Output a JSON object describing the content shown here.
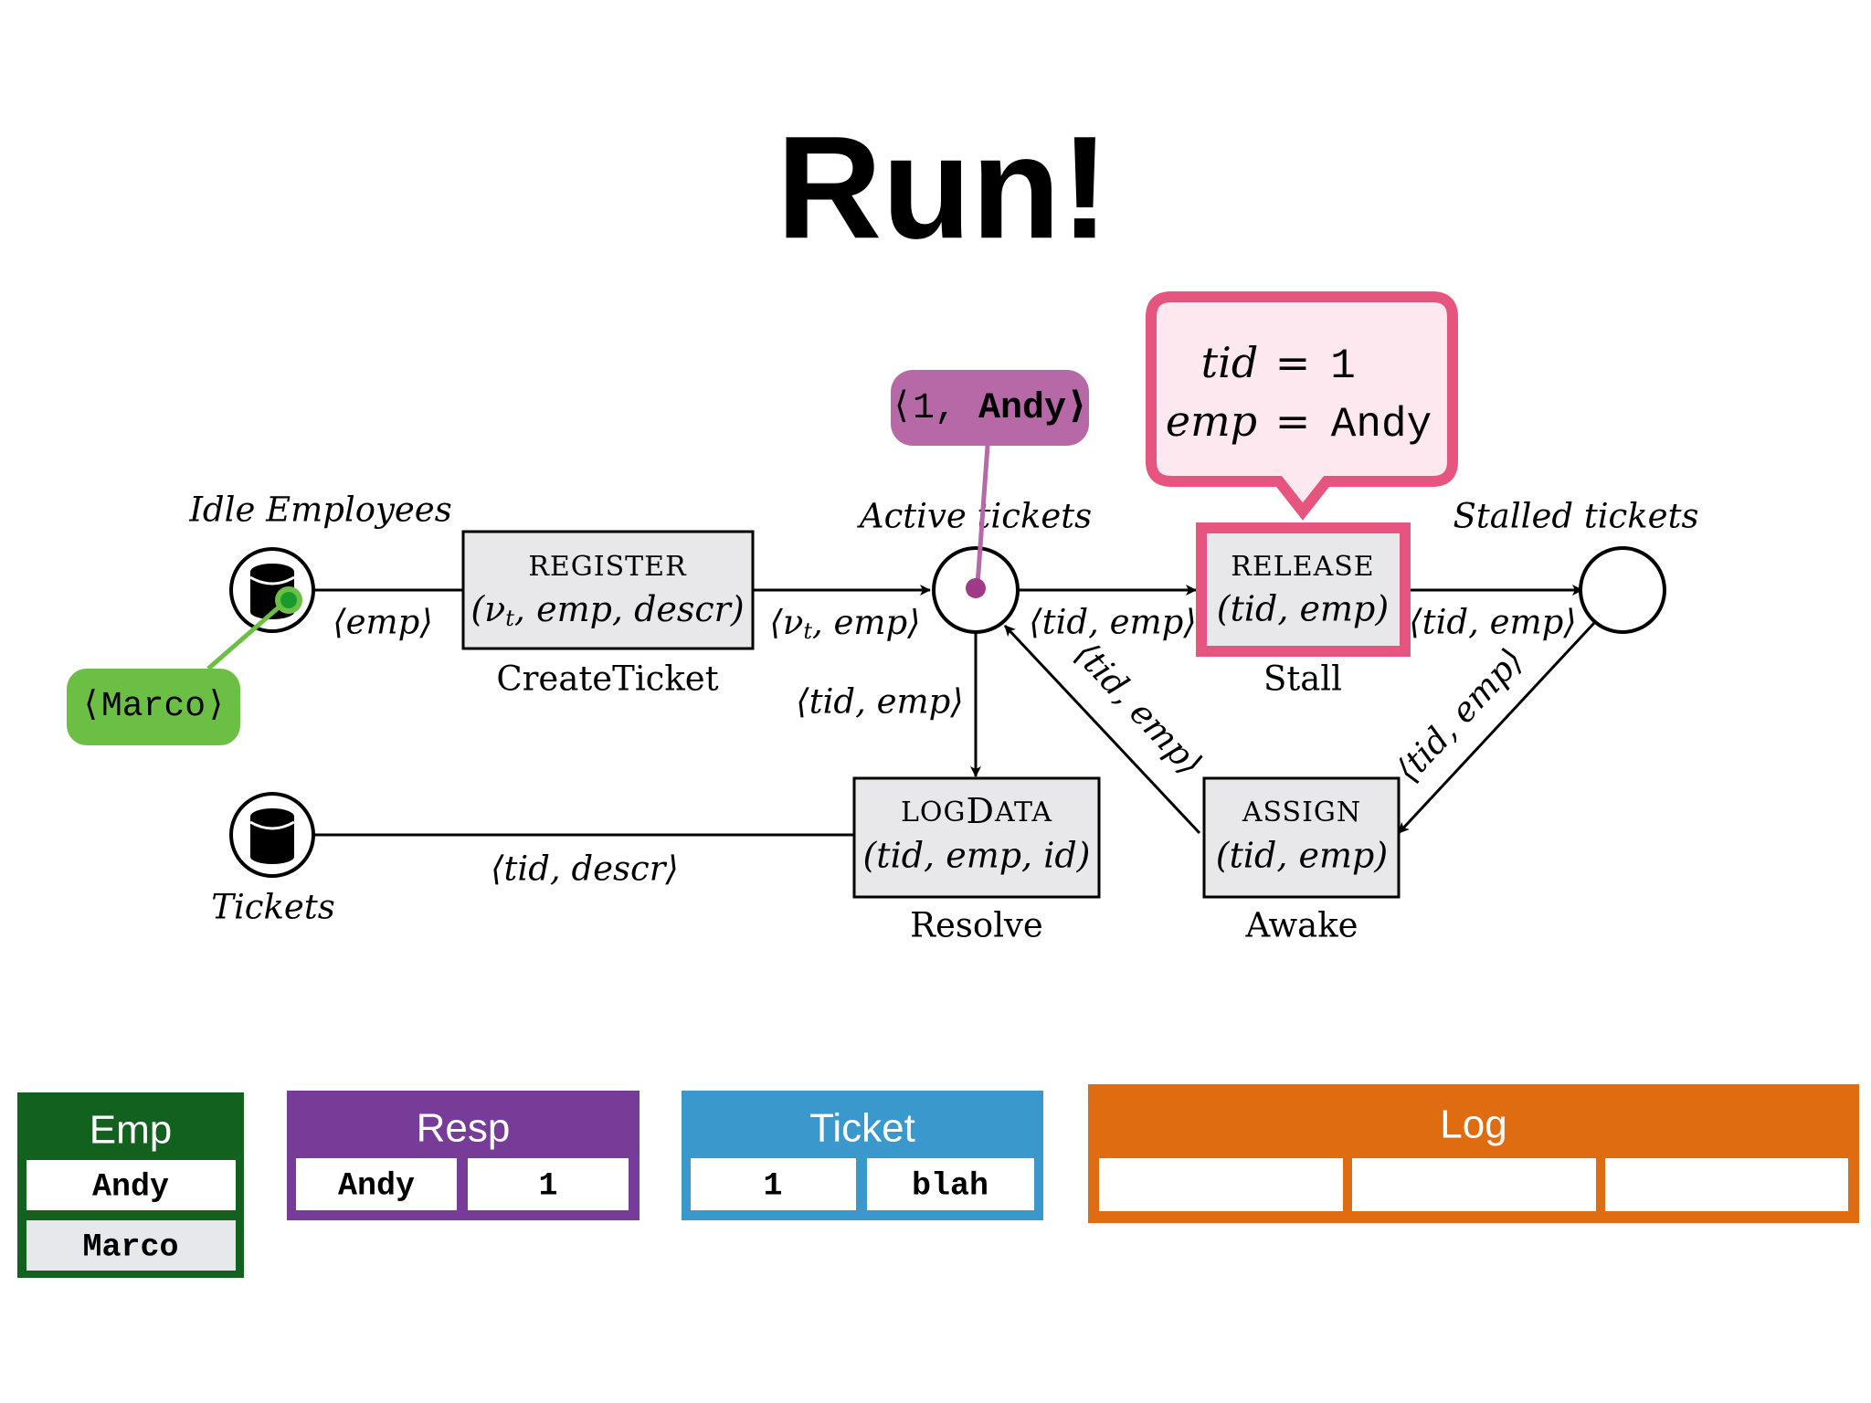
{
  "title": "Run!",
  "places": {
    "idle": {
      "label": "Idle Employees"
    },
    "active": {
      "label": "Active tickets"
    },
    "stalled": {
      "label": "Stalled tickets"
    },
    "tickets": {
      "label": "Tickets"
    }
  },
  "transitions": {
    "register": {
      "name": "REGISTER",
      "params": "(ν",
      "params_sub": "t",
      "params_rest": ", emp, descr)",
      "caption": "CreateTicket"
    },
    "release": {
      "name": "RELEASE",
      "params": "(tid, emp)",
      "caption": "Stall"
    },
    "logdata": {
      "name_small": "LOG",
      "name_big": "D",
      "name_rest": "ATA",
      "params": "(tid, emp, id)",
      "caption": "Resolve"
    },
    "assign": {
      "name": "ASSIGN",
      "params": "(tid, emp)",
      "caption": "Awake"
    }
  },
  "arc_labels": {
    "idle_register": "⟨emp⟩",
    "register_active_a": "⟨ν",
    "register_active_sub": "t",
    "register_active_b": ", emp⟩",
    "active_release": "⟨tid, emp⟩",
    "active_logdata": "⟨tid, emp⟩",
    "release_stalled": "⟨tid, emp⟩",
    "stalled_assign": "⟨tid, emp⟩",
    "assign_active": "⟨tid, emp⟩",
    "tickets_logdata": "⟨tid, descr⟩"
  },
  "tokens": {
    "marco": "⟨Marco⟩",
    "active_a": "⟨1,",
    "active_b": "Andy⟩"
  },
  "binding": {
    "tid_var": "tid",
    "tid_eq": "=",
    "tid_val": "1",
    "emp_var": "emp",
    "emp_eq": "=",
    "emp_val": "Andy"
  },
  "tables": {
    "emp": {
      "name": "Emp",
      "rows": [
        [
          "Andy"
        ],
        [
          "Marco"
        ]
      ]
    },
    "resp": {
      "name": "Resp",
      "rows": [
        [
          "Andy",
          "1"
        ]
      ]
    },
    "ticket": {
      "name": "Ticket",
      "rows": [
        [
          "1",
          "blah"
        ]
      ]
    },
    "log": {
      "name": "Log",
      "rows": [
        [
          "",
          "",
          ""
        ]
      ]
    }
  },
  "colors": {
    "emp": "#13611f",
    "resp": "#773c97",
    "ticket": "#3a98cc",
    "log": "#e06c12",
    "marco_token": "#6cbf45",
    "marco_dot": "#1b9a2c",
    "active_token": "#b668a7",
    "active_dot": "#a13a86",
    "binding": "#e5557f",
    "transition_fill": "#e8e8ea",
    "row_alt": "#e6e8ec"
  }
}
